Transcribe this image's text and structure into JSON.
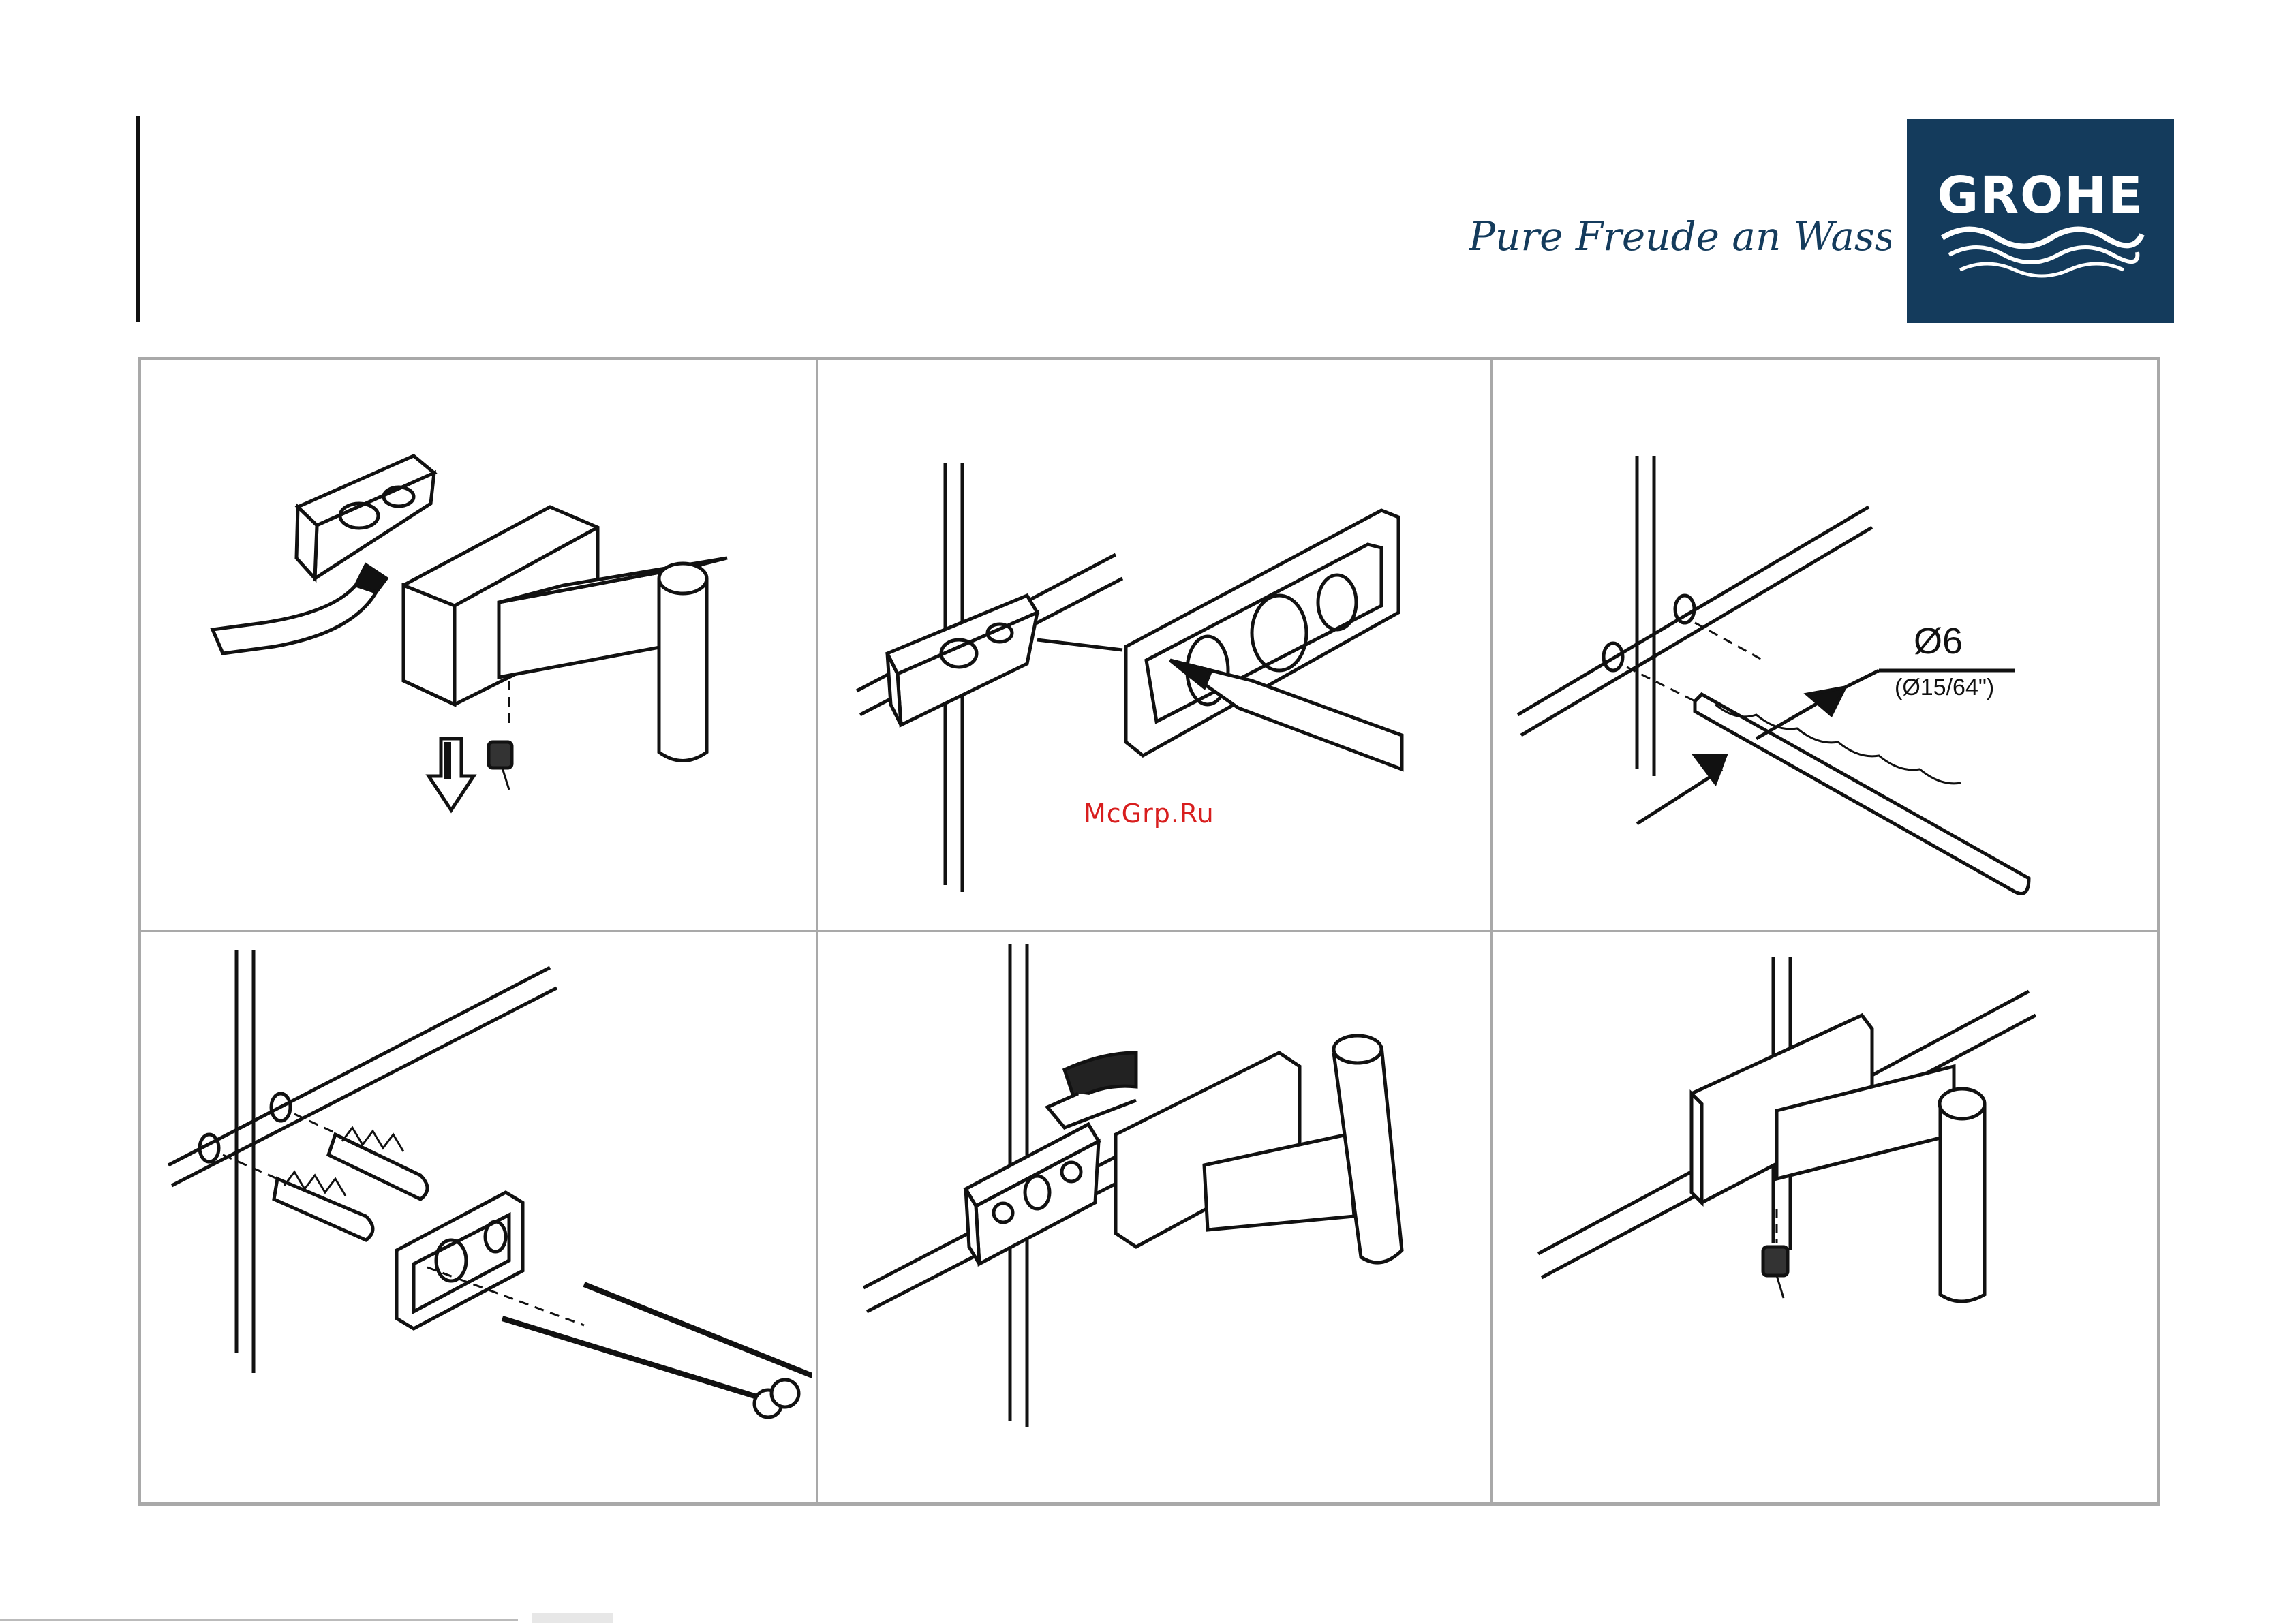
{
  "header": {
    "tagline": "Pure Freude an Wasser",
    "logo_text": "GROHE",
    "brand_color": "#143b5c"
  },
  "watermark": "McGrp.Ru",
  "steps": [
    {
      "panel": 1,
      "description_icon": "disassemble-hook-icon"
    },
    {
      "panel": 2,
      "description_icon": "mark-holes-icon"
    },
    {
      "panel": 3,
      "description_icon": "drill-icon"
    },
    {
      "panel": 4,
      "description_icon": "plugs-screws-icon"
    },
    {
      "panel": 5,
      "description_icon": "mount-plate-icon"
    },
    {
      "panel": 6,
      "description_icon": "fix-hook-icon"
    }
  ],
  "drill": {
    "diameter_label": "Ø6",
    "imperial_label": "(Ø15/64\")"
  }
}
